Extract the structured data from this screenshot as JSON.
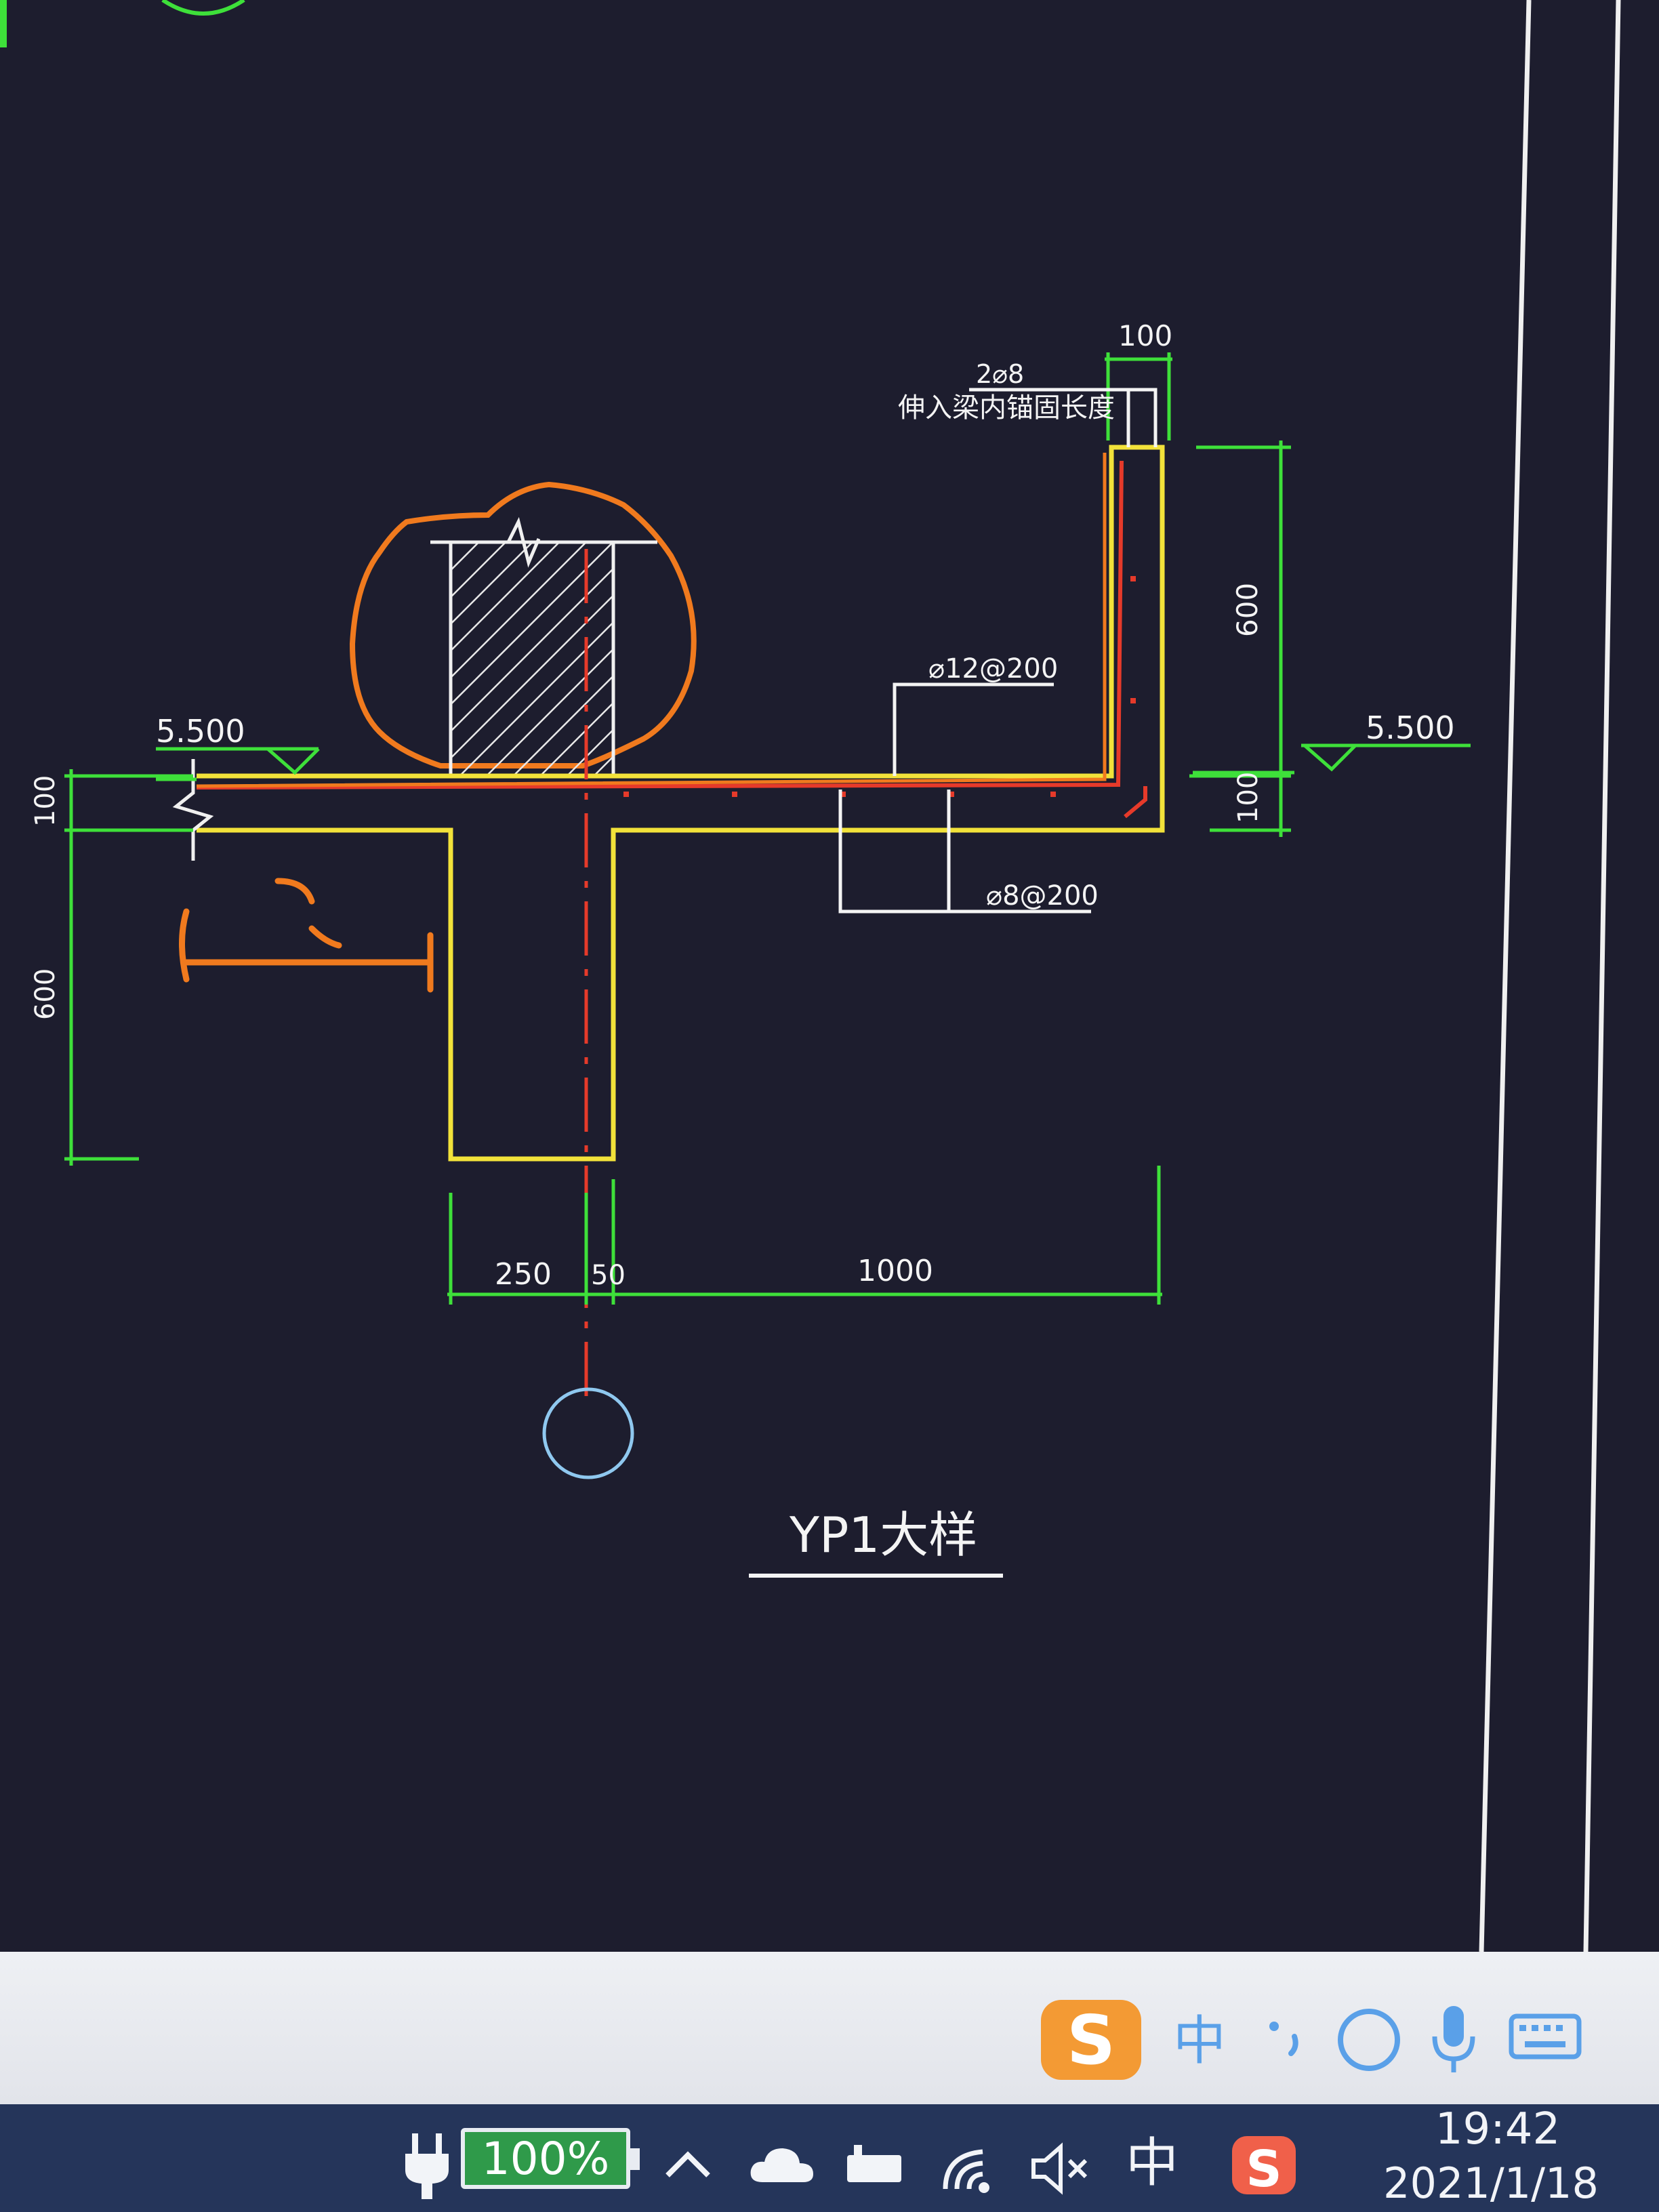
{
  "drawing": {
    "title": "YP1大样",
    "elevation_left": "5.500",
    "elevation_right": "5.500",
    "dim_top_width": "100",
    "dim_upstand_height": "600",
    "dim_slab_right": "100",
    "dim_slab_left": "100",
    "dim_beam_depth": "600",
    "dim_bottom_250": "250",
    "dim_bottom_50": "50",
    "dim_bottom_1000": "1000",
    "rebar_top_note_1": "2⌀8",
    "rebar_top_note_2": "伸入梁内锚固长度",
    "rebar_slab_top": "⌀12@200",
    "rebar_slab_bottom": "⌀8@200"
  },
  "ime_bar": {
    "language": "中",
    "icons": [
      "sogou-icon",
      "punctuation-icon",
      "emoji-icon",
      "microphone-icon",
      "keyboard-icon"
    ]
  },
  "taskbar": {
    "battery_percent": "100%",
    "language": "中",
    "time": "19:42",
    "date": "2021/1/18",
    "icons": [
      "power-plug-icon",
      "chevron-up-icon",
      "cloud-icon",
      "device-icon",
      "wifi-icon",
      "volume-muted-icon",
      "sogou-icon"
    ]
  },
  "colors": {
    "canvas_bg": "#1d1d2e",
    "dimension": "#3ee03a",
    "outline": "#f2e23a",
    "revision_cloud": "#f07a1e",
    "centerline": "#e63a2a",
    "annotation": "#f4f4f4",
    "grid_bubble": "#8fc8ef",
    "taskbar": "#25355a"
  }
}
